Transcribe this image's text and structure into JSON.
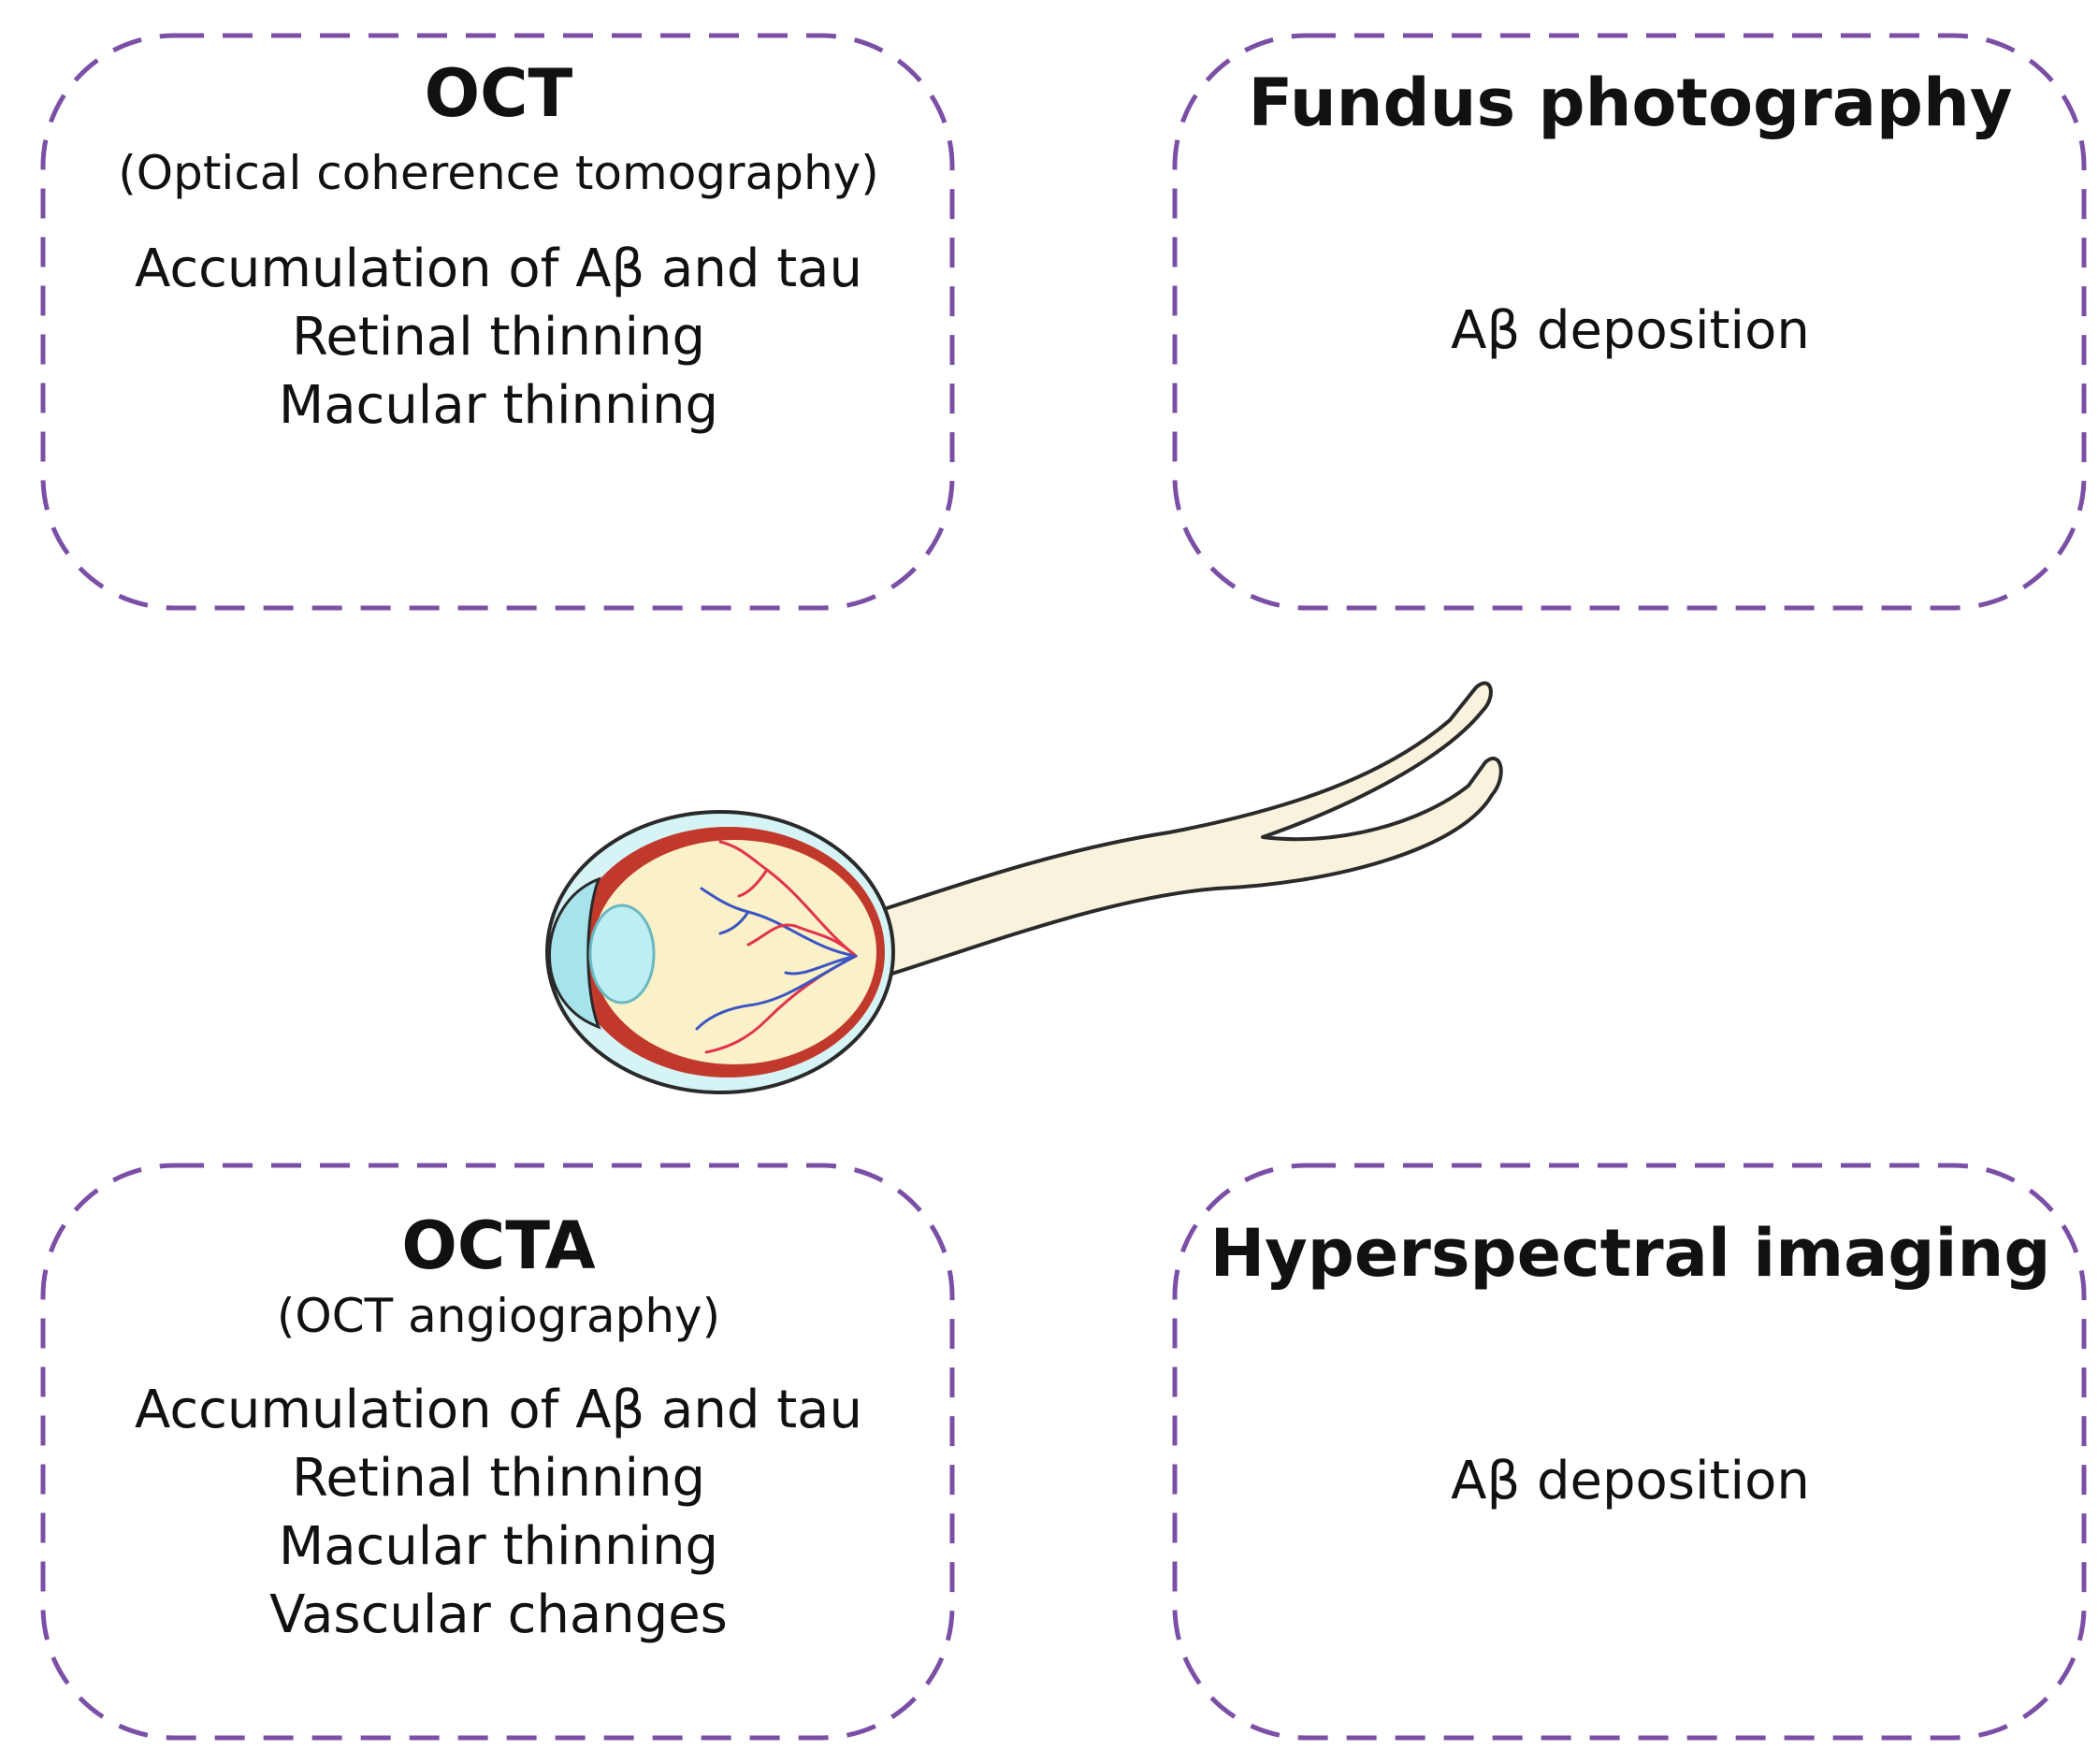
{
  "panels": {
    "oct": {
      "title": "OCT",
      "subtitle": "(Optical coherence tomography)",
      "items": [
        "Accumulation of Aβ and tau",
        "Retinal thinning",
        "Macular thinning"
      ]
    },
    "fundus": {
      "title": "Fundus photography",
      "items": [
        "Aβ deposition"
      ]
    },
    "octa": {
      "title": "OCTA",
      "subtitle": "(OCT angiography)",
      "items": [
        "Accumulation of Aβ and tau",
        "Retinal thinning",
        "Macular thinning",
        "Vascular changes"
      ]
    },
    "hyper": {
      "title": "Hyperspectral imaging",
      "items": [
        "Aβ deposition"
      ]
    }
  },
  "colors": {
    "dashed_border": "#7b4fa6",
    "sclera_outline": "#2a2a2a",
    "choroid": "#c0392b",
    "vitreous": "#fbf1c8",
    "cornea_lens": "#a6e3ea",
    "optic_nerve": "#f9f3dd",
    "artery": "#e0344a",
    "vein": "#3b56c4"
  },
  "illustration": "eye-icon"
}
